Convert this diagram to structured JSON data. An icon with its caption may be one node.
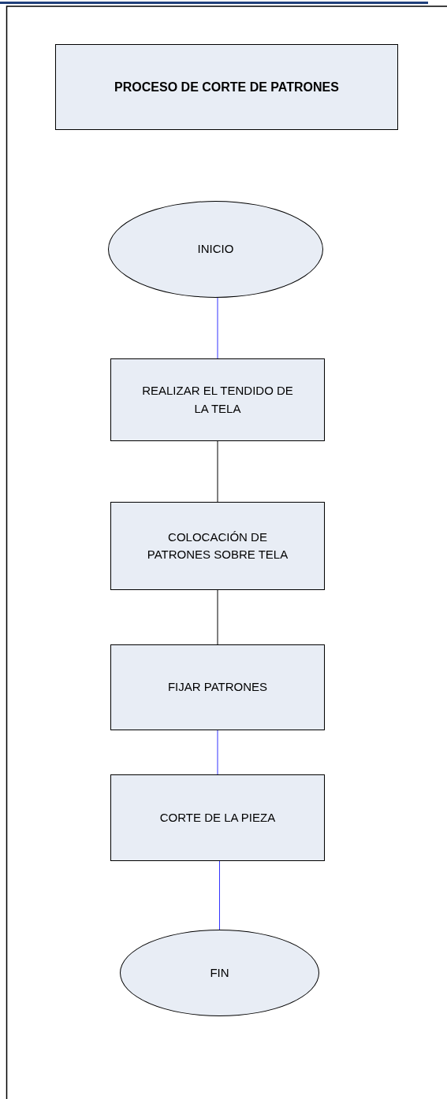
{
  "diagram": {
    "nodes": [
      {
        "text": [
          "PROCESO DE CORTE DE PATRONES"
        ]
      },
      {
        "text": [
          "INICIO"
        ]
      },
      {
        "text": [
          "REALIZAR EL TENDIDO DE LA TELA"
        ]
      },
      {
        "text": [
          "COLOCACIÓN DE PATRONES SOBRE TELA"
        ]
      },
      {
        "text": [
          "FIJAR PATRONES"
        ]
      },
      {
        "text": [
          "CORTE DE LA PIEZA"
        ]
      },
      {
        "text": [
          "FIN"
        ]
      }
    ],
    "edges": [
      {
        "from": 1,
        "to": 2,
        "arrow": "none"
      },
      {
        "from": 2,
        "to": 3,
        "arrow": "none",
        "color": "#000000"
      },
      {
        "from": 3,
        "to": 4,
        "arrow": "none",
        "color": "#000000"
      },
      {
        "from": 4,
        "to": 5,
        "arrow": "none"
      },
      {
        "from": 5,
        "to": 6,
        "arrow": "none"
      }
    ]
  }
}
